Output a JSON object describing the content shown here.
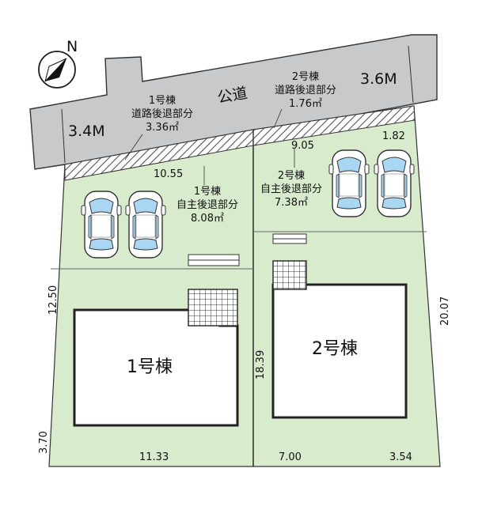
{
  "road": {
    "label": "公道",
    "width_left": "3.4M",
    "width_right": "3.6M"
  },
  "north": {
    "letter": "N"
  },
  "dimensions": {
    "top_left_lot": "10.55",
    "top_right_lot_a": "9.05",
    "top_right_lot_b": "1.82",
    "left_side_upper": "12.50",
    "left_side_lower": "3.70",
    "middle_boundary": "18.39",
    "right_side": "20.07",
    "bottom_left": "11.33",
    "bottom_mid": "7.00",
    "bottom_right": "3.54"
  },
  "building1_road_setback": {
    "line1": "1号棟",
    "line2": "道路後退部分",
    "line3": "3.36㎡"
  },
  "building2_road_setback": {
    "line1": "2号棟",
    "line2": "道路後退部分",
    "line3": "1.76㎡"
  },
  "building1_self_setback": {
    "line1": "1号棟",
    "line2": "自主後退部分",
    "line3": "8.08㎡"
  },
  "building2_self_setback": {
    "line1": "2号棟",
    "line2": "自主後退部分",
    "line3": "7.38㎡"
  },
  "buildings": [
    {
      "label": "1号棟"
    },
    {
      "label": "2号棟"
    }
  ],
  "colors": {
    "lot_green": "#d8ebcc",
    "road_gray": "#c8c9ca",
    "car_blue": "#a9d6f2"
  }
}
